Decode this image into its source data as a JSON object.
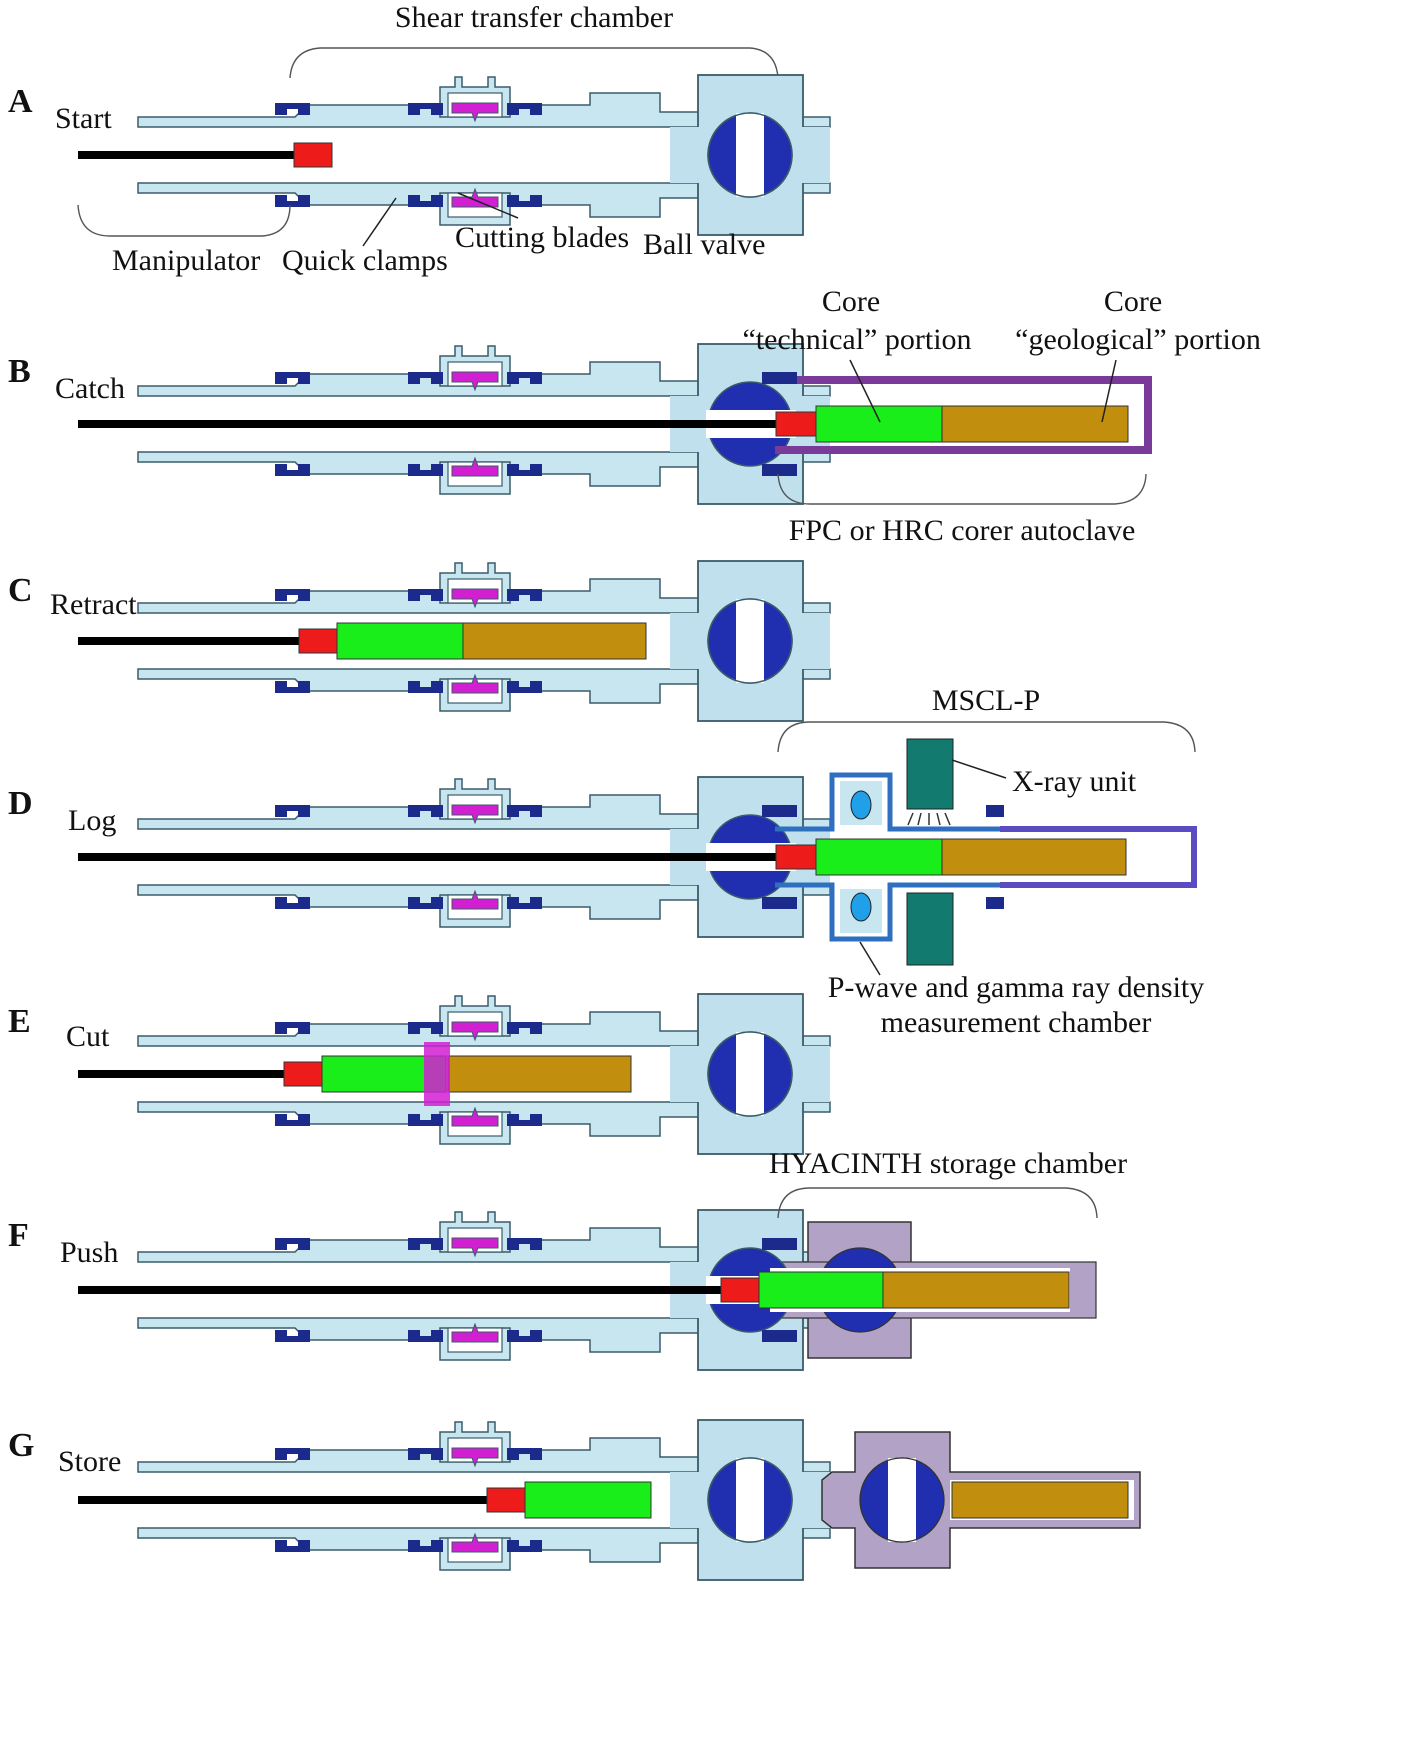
{
  "figure": {
    "top_label": "Shear transfer chamber",
    "colors": {
      "tube_fill": "#c8e6f0",
      "tube_stroke": "#3a5c6a",
      "clamp": "#1c2a8c",
      "blade": "#d21fd2",
      "ball_outer": "#1f2fb0",
      "valve_body": "#bfe0ec",
      "rod": "#000000",
      "manip_head": "#ee1b1b",
      "core_technical": "#1aee1a",
      "core_geological": "#c28e0e",
      "autoclave": "#7a3a9a",
      "mscl_tube": "#2f6fc0",
      "xray": "#137a70",
      "storage": "#b2a3c6",
      "hyacinth_tube": "#5a4cc2"
    },
    "panels": [
      {
        "letter": "A",
        "step": "Start"
      },
      {
        "letter": "B",
        "step": "Catch"
      },
      {
        "letter": "C",
        "step": "Retract"
      },
      {
        "letter": "D",
        "step": "Log"
      },
      {
        "letter": "E",
        "step": "Cut"
      },
      {
        "letter": "F",
        "step": "Push"
      },
      {
        "letter": "G",
        "step": "Store"
      }
    ],
    "annotations": {
      "manipulator": "Manipulator",
      "quick_clamps": "Quick clamps",
      "cutting_blades": "Cutting blades",
      "ball_valve": "Ball valve",
      "core1_title": "Core",
      "core1_sub": "“technical” portion",
      "core2_title": "Core",
      "core2_sub": "“geological” portion",
      "autoclave": "FPC or HRC corer autoclave",
      "mscl": "MSCL-P",
      "xray_unit": "X-ray unit",
      "pwave_line1": "P-wave and gamma ray density",
      "pwave_line2": "measurement chamber",
      "hyacinth": "HYACINTH storage chamber"
    }
  }
}
